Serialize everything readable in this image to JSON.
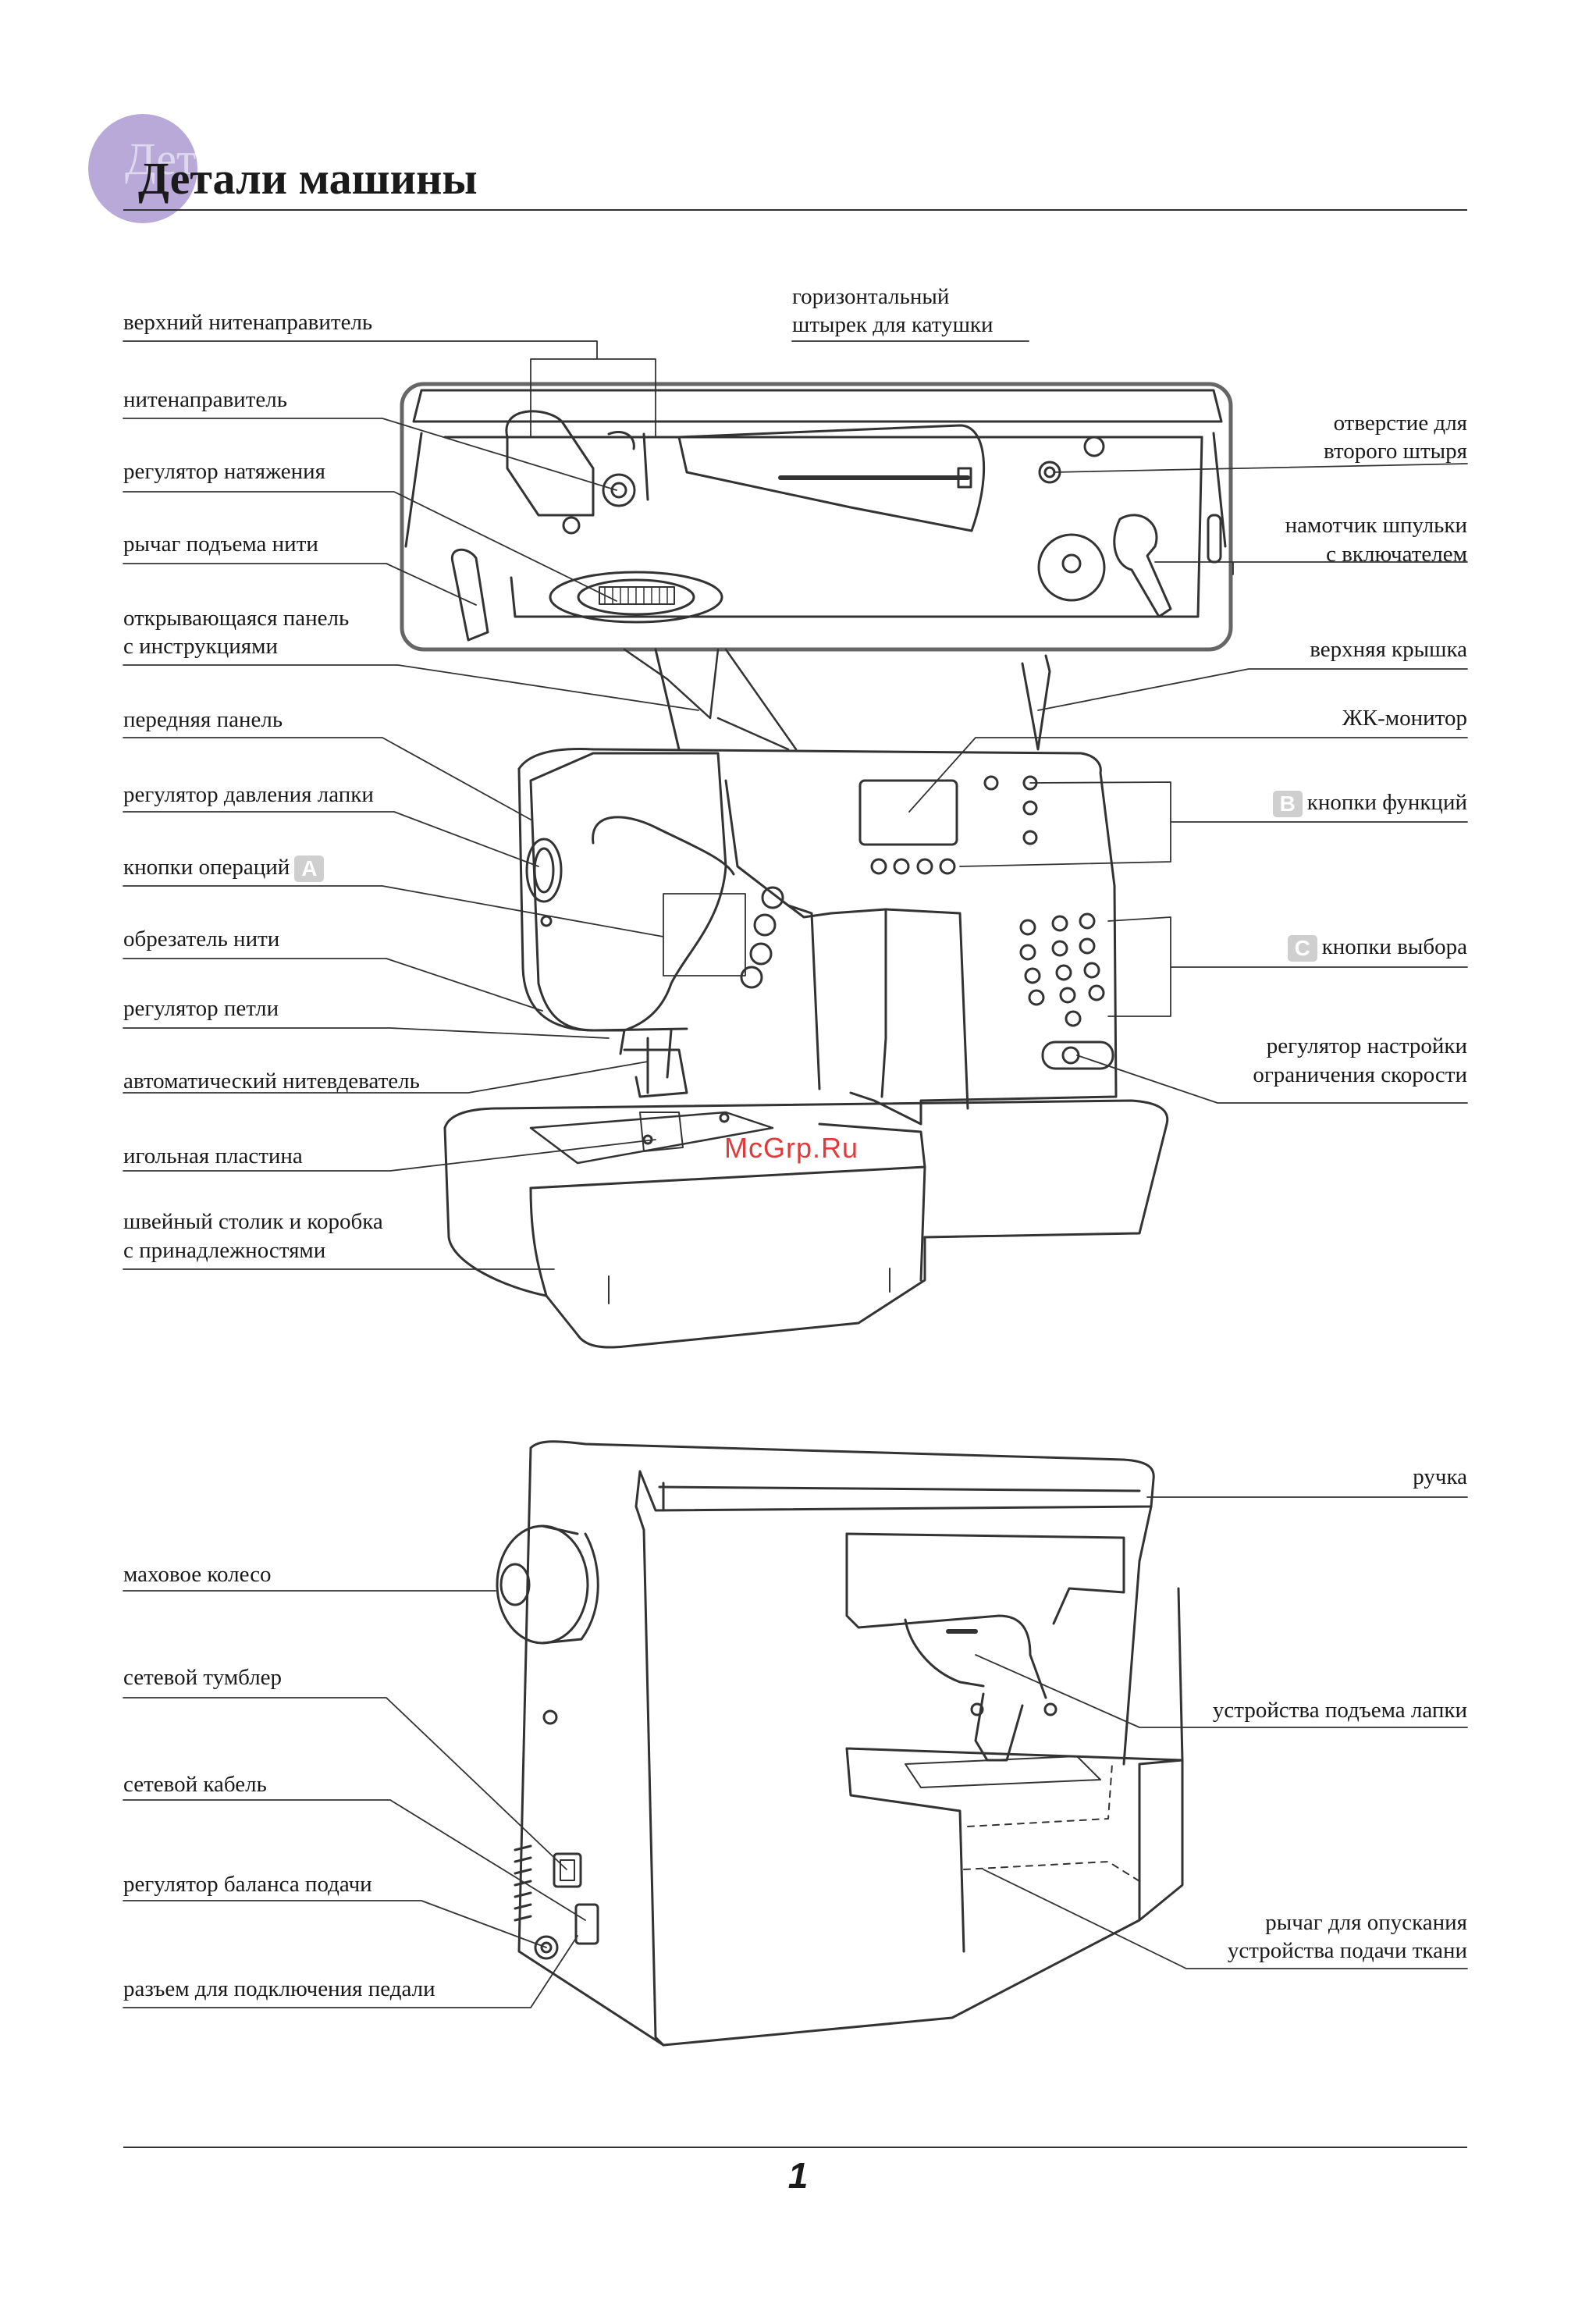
{
  "header": {
    "title": "Детали машины",
    "ghost_title": "Детали машины"
  },
  "labels": {
    "left": [
      {
        "id": "top-thread-guide",
        "text": "верхний нитенаправитель"
      },
      {
        "id": "thread-guide",
        "text": "нитенаправитель"
      },
      {
        "id": "tension-dial",
        "text": "регулятор натяжения"
      },
      {
        "id": "take-up-lever",
        "text": "рычаг подъема нити"
      },
      {
        "id": "instruction-panel",
        "lines": [
          "открывающаяся панель",
          "с инструкциями"
        ]
      },
      {
        "id": "front-panel",
        "text": "передняя панель"
      },
      {
        "id": "presser-pressure",
        "text": "регулятор давления лапки"
      },
      {
        "id": "operation-buttons",
        "text": "кнопки операций",
        "badge": "A"
      },
      {
        "id": "thread-cutter",
        "text": "обрезатель нити"
      },
      {
        "id": "buttonhole-lever",
        "text": "регулятор петли"
      },
      {
        "id": "auto-threader",
        "text": "автоматический нитевдеватель"
      },
      {
        "id": "needle-plate",
        "text": "игольная пластина"
      },
      {
        "id": "extension-table",
        "lines": [
          "швейный столик и коробка",
          "с принадлежностями"
        ]
      }
    ],
    "right": [
      {
        "id": "horizontal-spool-pin",
        "lines": [
          "горизонтальный",
          "штырек для катушки"
        ]
      },
      {
        "id": "second-pin-hole",
        "lines": [
          "отверстие для",
          "второго штыря"
        ]
      },
      {
        "id": "bobbin-winder",
        "lines": [
          "намотчик шпульки",
          "с включателем"
        ]
      },
      {
        "id": "top-cover",
        "text": "верхняя крышка"
      },
      {
        "id": "lcd-monitor",
        "text": "ЖК-монитор"
      },
      {
        "id": "function-buttons",
        "text": "кнопки функций",
        "badge": "B"
      },
      {
        "id": "selection-buttons",
        "text": "кнопки выбора",
        "badge": "C"
      },
      {
        "id": "speed-limit",
        "lines": [
          "регулятор настройки",
          "ограничения скорости"
        ]
      }
    ],
    "bottom_left": [
      {
        "id": "handwheel",
        "text": "маховое колесо"
      },
      {
        "id": "power-switch",
        "text": "сетевой тумблер"
      },
      {
        "id": "power-cord",
        "text": "сетевой кабель"
      },
      {
        "id": "feed-balance",
        "text": "регулятор баланса подачи"
      },
      {
        "id": "pedal-jack",
        "text": "разъем для подключения педали"
      }
    ],
    "bottom_right": [
      {
        "id": "handle",
        "text": "ручка"
      },
      {
        "id": "presser-lifter",
        "text": "устройства подъема лапки"
      },
      {
        "id": "drop-feed",
        "lines": [
          "рычаг для опускания",
          "устройства подачи ткани"
        ]
      }
    ]
  },
  "watermark": "McGrp.Ru",
  "page_number": "1",
  "colors": {
    "header_circle": "#b9a9d9",
    "badge": "#cfcfcf",
    "watermark": "#e13a3a",
    "lines": "#333333"
  }
}
